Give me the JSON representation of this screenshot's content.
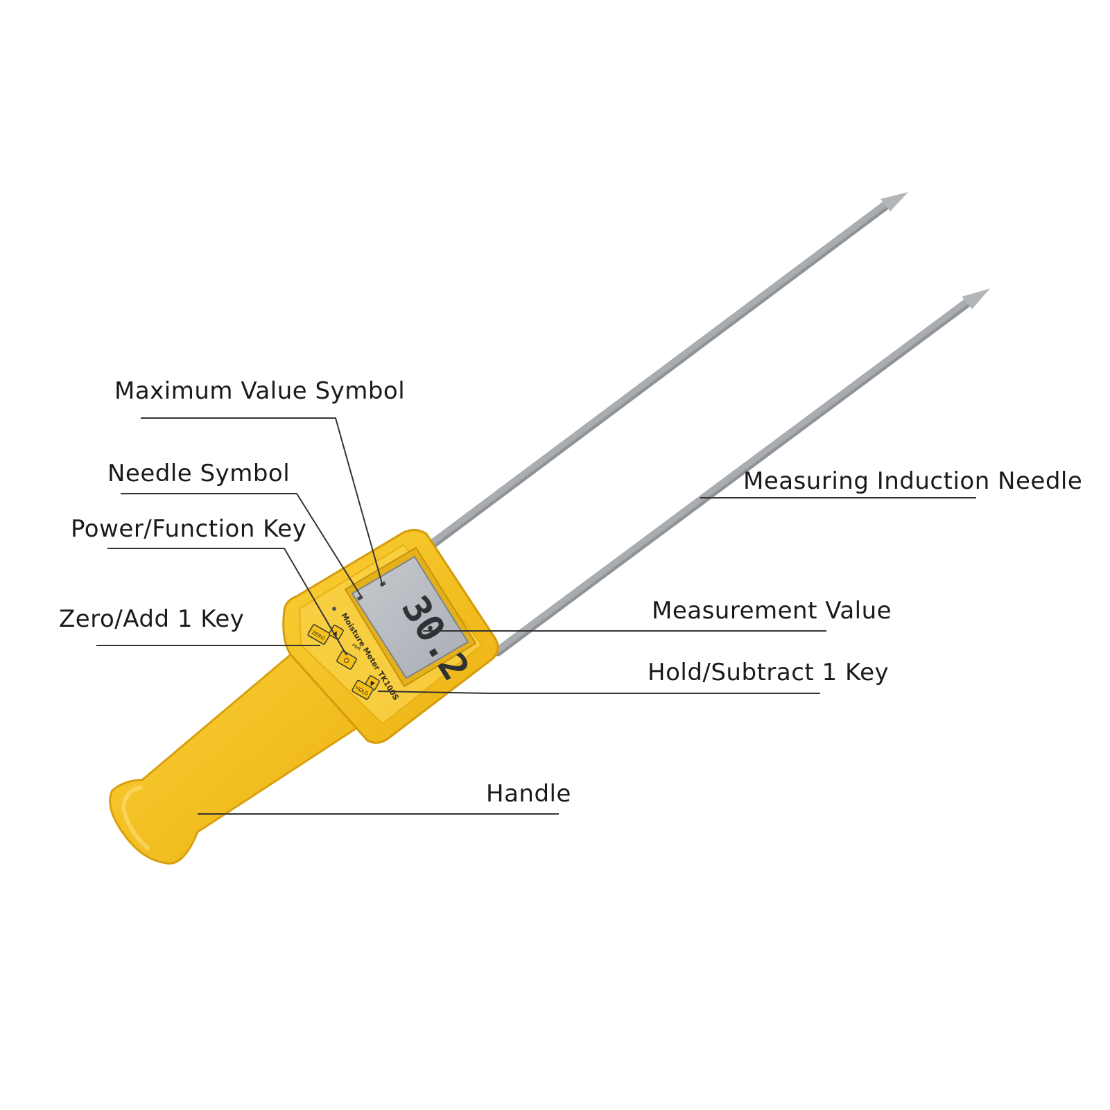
{
  "labels": {
    "max_value_symbol": "Maximum Value Symbol",
    "needle_symbol": "Needle Symbol",
    "power_function_key": "Power/Function Key",
    "zero_add_key": "Zero/Add 1 Key",
    "measuring_needle": "Measuring Induction Needle",
    "measurement_value": "Measurement Value",
    "hold_subtract_key": "Hold/Subtract 1 Key",
    "handle": "Handle"
  },
  "device": {
    "model_text": "Moisture Meter TK100S",
    "reading": "30.2",
    "key_zero": "ZERO",
    "key_power": "PWR",
    "key_hold": "HOLD",
    "up_arrow": "▲",
    "down_arrow": "▼",
    "power_symbol": "⏻"
  },
  "colors": {
    "body_yellow": "#F6C21A",
    "body_shadow": "#E0A60E",
    "lcd_background": "#B9BDC3",
    "lcd_digits": "#2E3136",
    "needle_steel": "#B8BBBE",
    "leader_line": "#333333"
  }
}
